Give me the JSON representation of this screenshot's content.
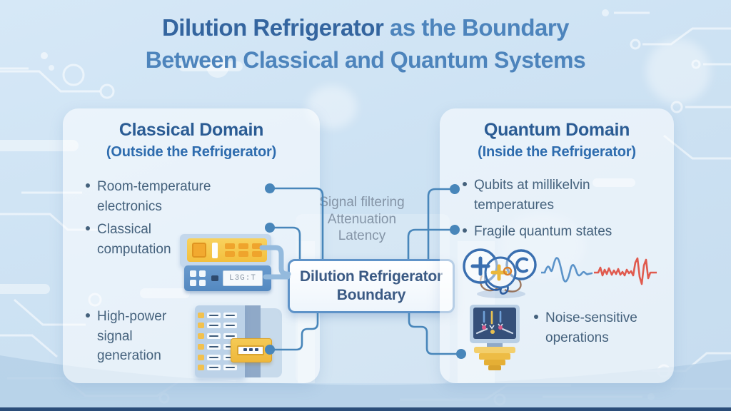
{
  "title": {
    "line1_bold": "Dilution Refrigerator",
    "line1_rest": " as the Boundary",
    "line2": "Between Classical and Quantum Systems"
  },
  "classical_panel": {
    "heading": "Classical Domain",
    "subheading": "(Outside the Refrigerator)",
    "bullets": [
      "Room-temperature electronics",
      "Classical computation",
      "High-power signal generation"
    ],
    "instrument_display_label": "L3G:T"
  },
  "quantum_panel": {
    "heading": "Quantum Domain",
    "subheading": "(Inside the Refrigerator)",
    "bullets": [
      "Qubits at millikelvin temperatures",
      "Fragile quantum states",
      "Noise-sensitive operations"
    ]
  },
  "center": {
    "labels": [
      "Signal filtering",
      "Attenuation",
      "Latency"
    ],
    "box_line1": "Dilution Refrigerator",
    "box_line2": "Boundary"
  },
  "icons": [
    "rack-instrument-icon",
    "signal-generator-icon",
    "server-rack-icon",
    "control-instrument-icon",
    "qubit-atoms-icon",
    "wave-packet-icon",
    "noise-waveform-icon",
    "cryostat-monitor-icon"
  ],
  "colors": {
    "background": "#cde2f3",
    "card": "#e9f3fa",
    "title_bold": "#34659f",
    "title_light": "#4d84bc",
    "panel_heading": "#2b5c94",
    "panel_subheading": "#2e6cae",
    "bullet_text": "#44617c",
    "center_labels": "#8494a6",
    "box_border": "#5f93c8",
    "box_text": "#3b5a84",
    "connector": "#4886ba",
    "thick_connector": "#94badd",
    "device_yellow": "#f3bf3e",
    "device_blue": "#5388c0",
    "wave_blue": "#5b93c9",
    "wave_red": "#e05a4e",
    "bottom_bar": "#2b4d79"
  }
}
